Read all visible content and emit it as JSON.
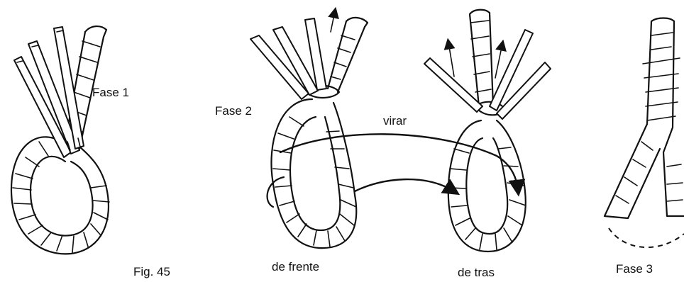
{
  "labels": {
    "fase1": "Fase 1",
    "fase2": "Fase 2",
    "fase3": "Fase 3",
    "virar": "virar",
    "de_frente": "de frente",
    "de_tras": "de tras",
    "figure": "Fig. 45"
  }
}
